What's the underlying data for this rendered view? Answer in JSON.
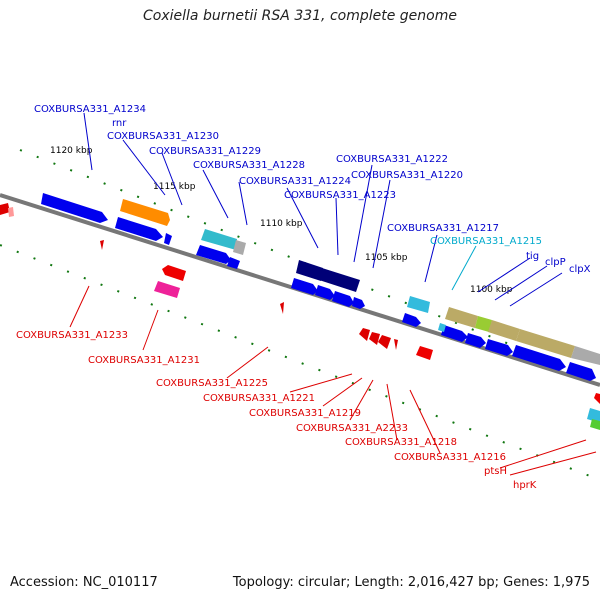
{
  "title": "Coxiella burnetii RSA 331, complete genome",
  "footer": {
    "accession": "Accession: NC_010117",
    "summary": "Topology: circular; Length: 2,016,427 bp; Genes: 1,975"
  },
  "colors": {
    "forward_label": "#0000cc",
    "reverse_label": "#dd0000",
    "highlight_label": "#00aacc",
    "backbone": "#777777",
    "tick": "#117711"
  },
  "ticks": [
    {
      "label": "1120 kbp"
    },
    {
      "label": "1115 kbp"
    },
    {
      "label": "1110 kbp"
    },
    {
      "label": "1105 kbp"
    },
    {
      "label": "1100 kbp"
    }
  ],
  "labels": {
    "a1234": "COXBURSA331_A1234",
    "rnr": "rnr",
    "a1230": "COXBURSA331_A1230",
    "a1229": "COXBURSA331_A1229",
    "a1228": "COXBURSA331_A1228",
    "a1224": "COXBURSA331_A1224",
    "a1222": "COXBURSA331_A1222",
    "a1223": "COXBURSA331_A1223",
    "a1220": "COXBURSA331_A1220",
    "a1217": "COXBURSA331_A1217",
    "a1215": "COXBURSA331_A1215",
    "tig": "tig",
    "clpP": "clpP",
    "clpX": "clpX",
    "a1233": "COXBURSA331_A1233",
    "a1231": "COXBURSA331_A1231",
    "a1225": "COXBURSA331_A1225",
    "a1221": "COXBURSA331_A1221",
    "a1219": "COXBURSA331_A1219",
    "a2233": "COXBURSA331_A2233",
    "a1218": "COXBURSA331_A1218",
    "a1216": "COXBURSA331_A1216",
    "ptsH": "ptsH",
    "hprK": "hprK"
  }
}
